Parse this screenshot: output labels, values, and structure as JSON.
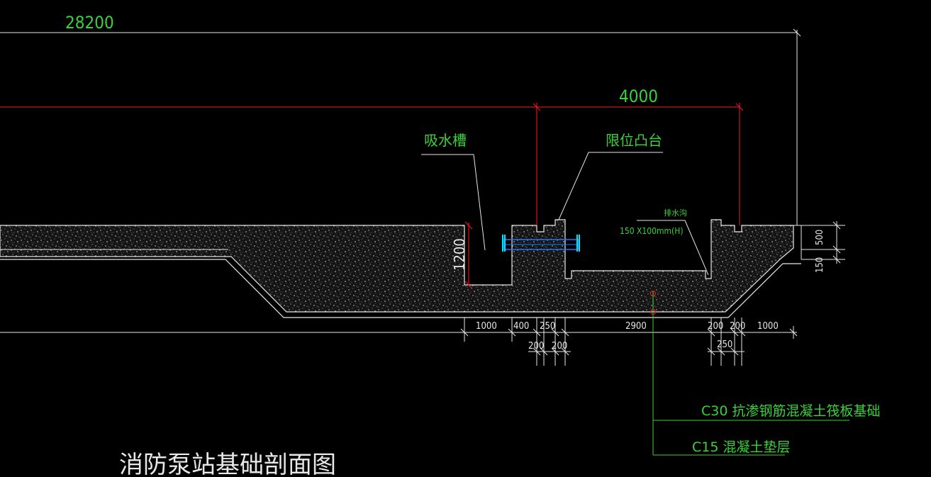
{
  "drawing": {
    "title": "消防泵站基础剖面图",
    "colors": {
      "background": "#000000",
      "concrete_fill": "#1c1c1c",
      "concrete_speckle": "#d9d9d9",
      "outline": "#e8e8e8",
      "dimension_red": "#ff1a1a",
      "text_green": "#3ad13a",
      "pipe_blue": "#1e78ff",
      "pipe_cyan": "#00e5ff"
    }
  },
  "dimensions": {
    "overall": "28200",
    "top_span": "4000",
    "pit_depth": "1200",
    "right_height_upper": "500",
    "right_height_lower": "150",
    "bottom_row": [
      "1000",
      "400",
      "250",
      "2900",
      "200",
      "200",
      "1000"
    ],
    "sub_row_left": [
      "200",
      "200"
    ],
    "sub_row_right": "250"
  },
  "labels": {
    "suction_trough": "吸水槽",
    "limit_platform": "限位凸台",
    "drain_ditch": "排水沟",
    "drain_size": "150 X100mm(H)",
    "raft_foundation": "C30 抗渗钢筋混凝土筏板基础",
    "cushion_layer": "C15 混凝土垫层"
  }
}
